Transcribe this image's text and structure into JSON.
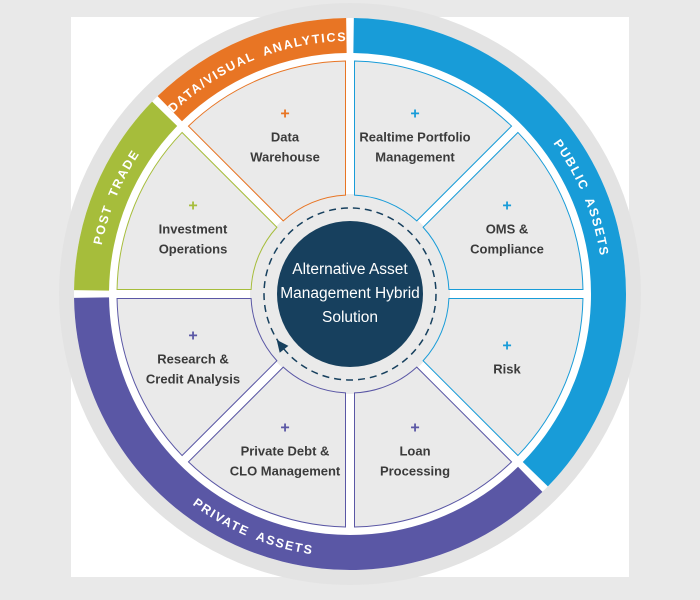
{
  "diagram_title": "Alternative Asset Management Hybrid Solution",
  "hub": {
    "text": "Alternative Asset\nManagement Hybrid\nSolution",
    "bg_color": "#17405e",
    "text_color": "#ffffff",
    "cycle_arrow_direction": "clockwise"
  },
  "plus_glyph": "+",
  "arcs": [
    {
      "id": "public-assets",
      "label": "PUBLIC ASSETS",
      "color": "#189cd8",
      "start_deg": 0.8,
      "end_deg": 134.2,
      "label_angle_deg": 67.5,
      "flip": false
    },
    {
      "id": "private-assets",
      "label": "PRIVATE ASSETS",
      "color": "#5a57a5",
      "start_deg": 135.8,
      "end_deg": 269.2,
      "label_angle_deg": 202.5,
      "flip": true
    },
    {
      "id": "post-trade",
      "label": "POST TRADE",
      "color": "#a6bd3b",
      "start_deg": 270.8,
      "end_deg": 314.2,
      "label_angle_deg": 292.5,
      "flip": false
    },
    {
      "id": "data-visual-analytics",
      "label": "DATA/VISUAL ANALYTICS",
      "color": "#e87524",
      "start_deg": 315.8,
      "end_deg": 359.2,
      "label_angle_deg": 337.5,
      "flip": false
    }
  ],
  "segments": [
    {
      "id": "realtime-portfolio-management",
      "label": "Realtime Portfolio\nManagement",
      "mid_deg": 22.5,
      "group": "public-assets",
      "color": "#189cd8"
    },
    {
      "id": "oms-compliance",
      "label": "OMS &\nCompliance",
      "mid_deg": 67.5,
      "group": "public-assets",
      "color": "#189cd8"
    },
    {
      "id": "risk",
      "label": "Risk",
      "mid_deg": 112.5,
      "group": "public-assets",
      "color": "#189cd8"
    },
    {
      "id": "loan-processing",
      "label": "Loan\nProcessing",
      "mid_deg": 157.5,
      "group": "private-assets",
      "color": "#5a57a5"
    },
    {
      "id": "private-debt-clo-management",
      "label": "Private Debt &\nCLO Management",
      "mid_deg": 202.5,
      "group": "private-assets",
      "color": "#5a57a5"
    },
    {
      "id": "research-credit-analysis",
      "label": "Research &\nCredit Analysis",
      "mid_deg": 247.5,
      "group": "private-assets",
      "color": "#5a57a5"
    },
    {
      "id": "investment-operations",
      "label": "Investment\nOperations",
      "mid_deg": 292.5,
      "group": "post-trade",
      "color": "#a6bd3b"
    },
    {
      "id": "data-warehouse",
      "label": "Data\nWarehouse",
      "mid_deg": 337.5,
      "group": "data-visual-analytics",
      "color": "#e87524"
    }
  ],
  "colors": {
    "background": "#e9e9e9",
    "panel": "#ffffff",
    "outer_ring": "#e3e3e3",
    "segment_fill": "#eaeaea",
    "segment_text": "#3b3b3b"
  }
}
